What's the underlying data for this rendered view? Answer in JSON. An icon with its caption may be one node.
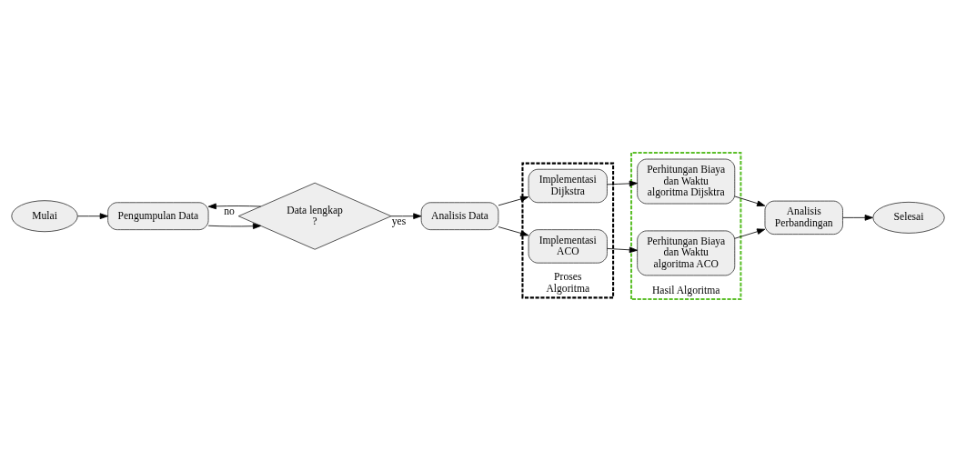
{
  "diagram": {
    "nodes": [
      {
        "text": [
          "Mulai"
        ]
      },
      {
        "text": [
          "Pengumpulan Data"
        ]
      },
      {
        "text": [
          "Data lengkap ?"
        ]
      },
      {
        "text": [
          "Analisis Data"
        ]
      },
      {
        "text": [
          "Proses Algoritma"
        ]
      },
      {
        "text": [
          "Implementasi Dijkstra"
        ],
        "in": 4
      },
      {
        "text": [
          "Implementasi ACO"
        ],
        "in": 4
      },
      {
        "text": [
          "Hasil Algoritma"
        ]
      },
      {
        "text": [
          "Perhitungan Biaya dan Waktu algoritma Dijsktra"
        ],
        "in": 7
      },
      {
        "text": [
          "Perhitungan Biaya dan Waktu algoritma ACO"
        ],
        "in": 7
      },
      {
        "text": [
          "Analisis Perbandingan"
        ]
      },
      {
        "text": [
          "Selesai"
        ]
      }
    ],
    "edges": [
      {
        "from": 0,
        "to": 1,
        "arrow": "to"
      },
      {
        "from": 1,
        "to": 2,
        "arrow": "to"
      },
      {
        "from": 2,
        "to": 1,
        "arrow": "to",
        "label": "no"
      },
      {
        "from": 2,
        "to": 3,
        "arrow": "to",
        "label": "yes"
      },
      {
        "from": 3,
        "to": 5,
        "arrow": "to"
      },
      {
        "from": 3,
        "to": 6,
        "arrow": "to"
      },
      {
        "from": 5,
        "to": 8,
        "arrow": "to"
      },
      {
        "from": 6,
        "to": 9,
        "arrow": "to"
      },
      {
        "from": 8,
        "to": 10,
        "arrow": "to"
      },
      {
        "from": 9,
        "to": 10,
        "arrow": "to"
      },
      {
        "from": 10,
        "to": 11,
        "arrow": "to"
      }
    ]
  }
}
